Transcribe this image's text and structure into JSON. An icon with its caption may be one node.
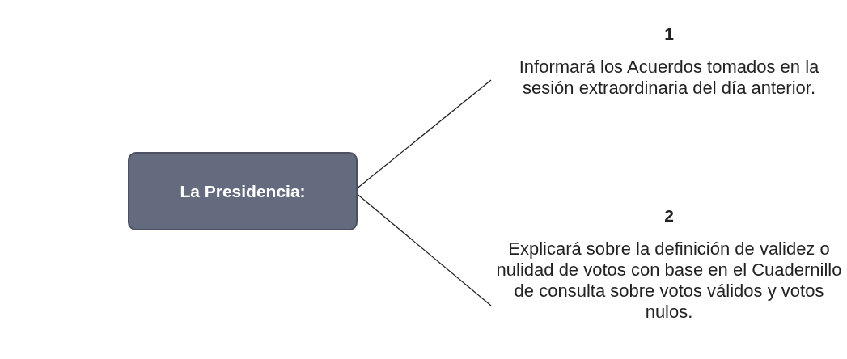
{
  "diagram": {
    "nodes": [
      {
        "text": [
          "La Presidencia:"
        ]
      },
      {
        "text": [
          "1",
          "Informará  los Acuerdos tomados en la sesión extraordinaria del día anterior."
        ]
      },
      {
        "text": [
          "2",
          "Explicará  sobre la definición de validez o nulidad de votos con base en el Cuadernillo de consulta sobre votos válidos y votos nulos."
        ]
      }
    ],
    "edges": [
      {
        "from": 0,
        "to": 1,
        "arrow": "none"
      },
      {
        "from": 0,
        "to": 2,
        "arrow": "none"
      }
    ]
  }
}
